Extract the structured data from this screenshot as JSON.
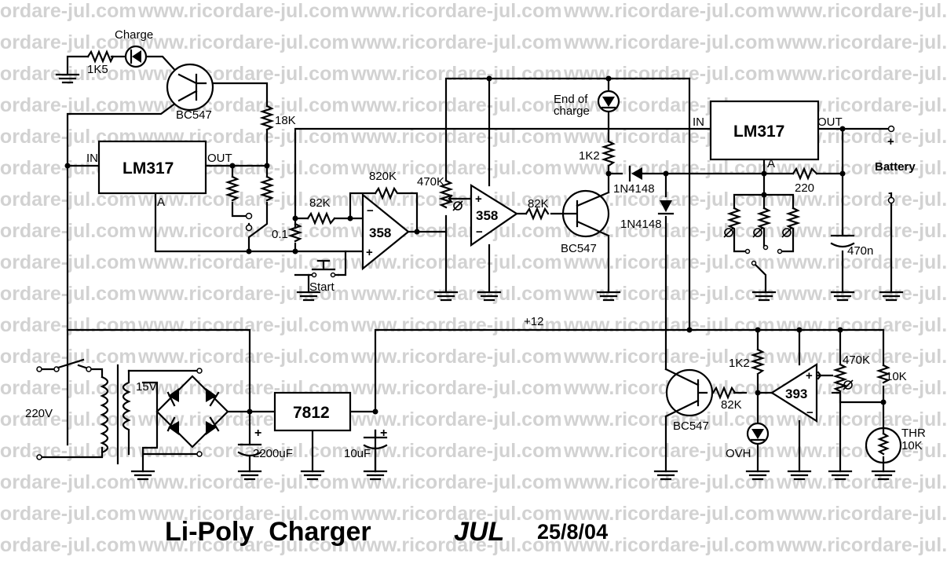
{
  "watermark": {
    "text": "www.ricordare-jul.com"
  },
  "title": "Li-Poly  Charger",
  "author": "JUL",
  "date": "25/8/04",
  "chips": {
    "lm317_a": "LM317",
    "lm317_b": "LM317",
    "reg_7812": "7812",
    "op1": "358",
    "op2": "358",
    "comp": "393"
  },
  "pins": {
    "in_a": "IN",
    "out_a": "OUT",
    "adj_a": "A",
    "in_b": "IN",
    "out_b": "OUT",
    "adj_b": "A"
  },
  "labels": {
    "charge": "Charge",
    "r_1k5": "1K5",
    "q1": "BC547",
    "r_18k": "18K",
    "r_820k": "820K",
    "r_82k_a": "82K",
    "r_01": "0.1",
    "start": "Start",
    "pot_470k_a": "470K",
    "r_82k_b": "82K",
    "q2": "BC547",
    "end_charge_1": "End of",
    "end_charge_2": "charge",
    "r_1k2_a": "1K2",
    "d_1n4148_a": "1N4148",
    "d_1n4148_b": "1N4148",
    "r_220": "220",
    "c_470n": "470n",
    "batt_plus": "+",
    "batt_label": "Battery",
    "batt_minus": "-",
    "rail_12": "+12",
    "mains": "220V",
    "sec_15v": "15V",
    "c_2200": "2200uF",
    "c_10u": "10uF",
    "r_1k2_b": "1K2",
    "r_82k_c": "82K",
    "q3": "BC547",
    "ovh": "OVH",
    "pot_470k_b": "470K",
    "r_10k": "10K",
    "thr_1": "THR",
    "thr_2": "10K"
  }
}
